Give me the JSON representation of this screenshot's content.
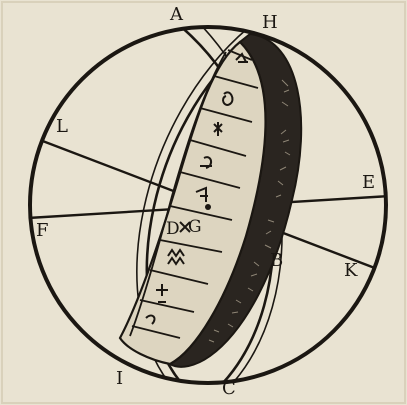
{
  "figure": {
    "labels": {
      "A": "A",
      "H": "H",
      "L": "L",
      "E": "E",
      "F": "F",
      "D": "D",
      "G": "G",
      "B": "B",
      "K": "K",
      "I": "I",
      "C": "C"
    },
    "colors": {
      "paper": "#e9e3d2",
      "ink": "#1b1712",
      "band_dark": "#2a2520"
    }
  }
}
